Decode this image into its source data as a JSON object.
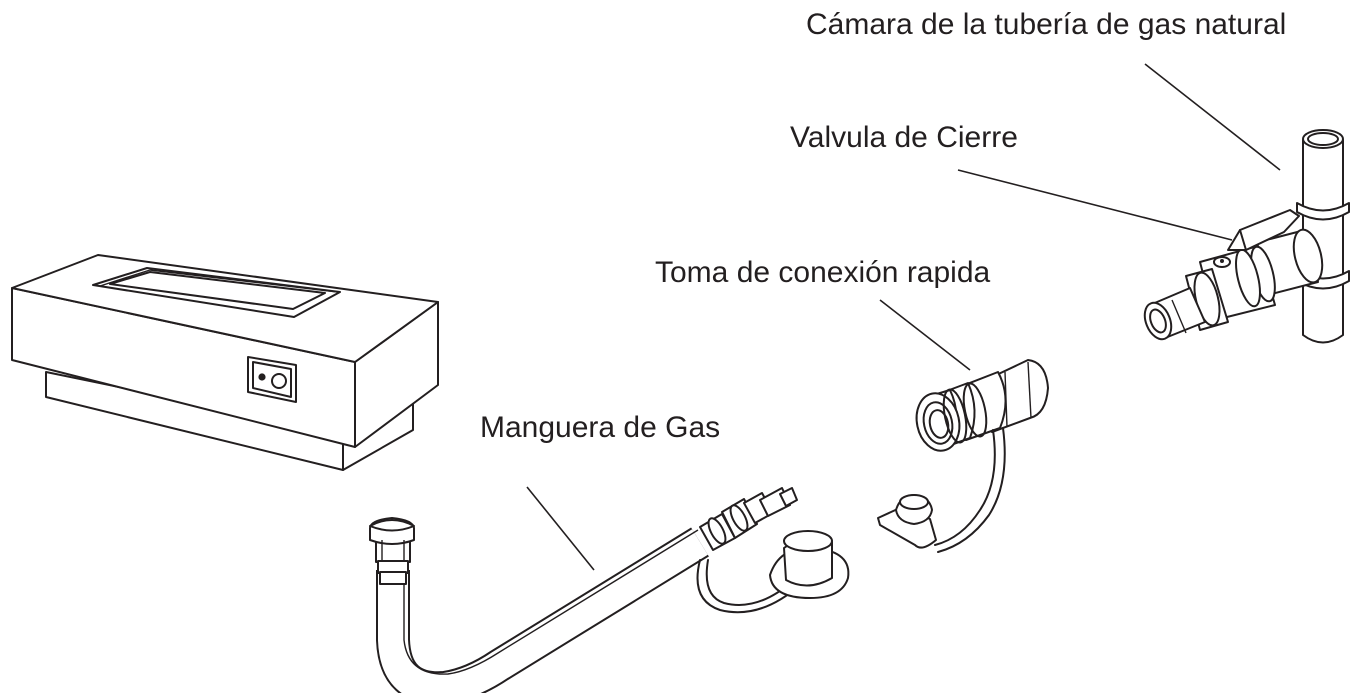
{
  "labels": {
    "pipe": "Cámara de la tubería de gas natural",
    "valve": "Valvula de Cierre",
    "coupler": "Toma de conexión rapida",
    "hose": "Manguera de Gas"
  },
  "colors": {
    "ink": "#231f20",
    "background": "#ffffff"
  }
}
